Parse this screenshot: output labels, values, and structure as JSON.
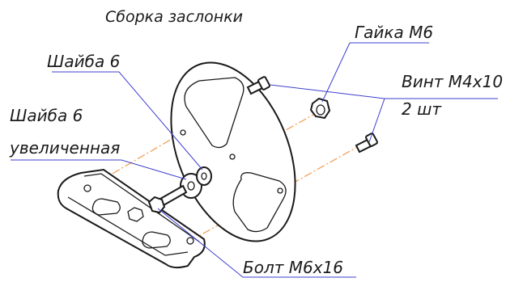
{
  "title": "Сборка заслонки",
  "labels": {
    "nut": "Гайка М6",
    "washer": "Шайба 6",
    "screw_line1": "Винт М4х10",
    "screw_line2": "2 шт",
    "washer_big_line1": "Шайба 6",
    "washer_big_line2": "увеличенная",
    "bolt": "Болт М6х16"
  },
  "colors": {
    "axis": "#f2a15a",
    "leader": "#3f3fcf",
    "outline": "#1a1a1a"
  }
}
